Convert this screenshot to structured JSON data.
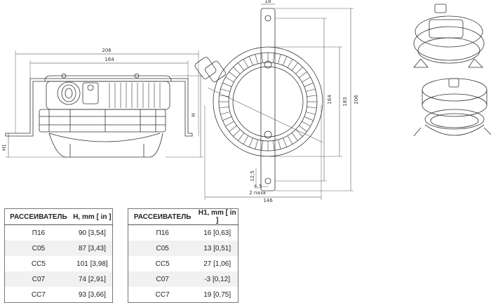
{
  "dimensions": {
    "front_total_width": "206",
    "front_mounting_width": "164",
    "front_height_label": "H",
    "front_h1_label": "H1",
    "top_bracket_width": "18",
    "mount_hole_spacing": "164",
    "mid_diameter": "183",
    "overall_height": "206",
    "slot_width": "12,5",
    "slot_depth": "6,5",
    "slot_label": "2 паза",
    "base_width": "146"
  },
  "table_h": {
    "headers": [
      "РАССЕИВАТЕЛЬ",
      "H, mm [ in ]"
    ],
    "rows": [
      [
        "П16",
        "90 [3,54]"
      ],
      [
        "С05",
        "87 [3,43]"
      ],
      [
        "СС5",
        "101 [3,98]"
      ],
      [
        "С07",
        "74 [2,91]"
      ],
      [
        "СС7",
        "93 [3,66]"
      ]
    ]
  },
  "table_h1": {
    "headers": [
      "РАССЕИВАТЕЛЬ",
      "H1, mm [ in ]"
    ],
    "rows": [
      [
        "П16",
        "16 [0,63]"
      ],
      [
        "С05",
        "13 [0,51]"
      ],
      [
        "СС5",
        "27 [1,06]"
      ],
      [
        "С07",
        "-3 [0,12]"
      ],
      [
        "СС7",
        "19 [0,75]"
      ]
    ]
  }
}
